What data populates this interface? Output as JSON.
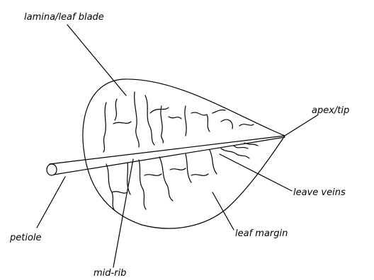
{
  "diagram": {
    "ink_color": "#000000",
    "background_color": "#ffffff",
    "labels": {
      "lamina": "lamina/leaf blade",
      "apex": "apex/tip",
      "veins": "leave veins",
      "petiole": "petiole",
      "margin": "leaf margin",
      "midrib": "mid-rib"
    }
  }
}
